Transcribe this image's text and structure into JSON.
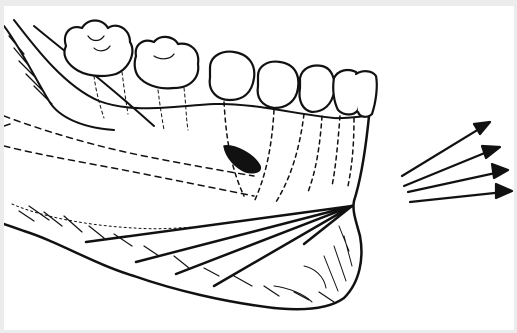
{
  "illustration": {
    "subject": "mandible-lateral-view",
    "ink_color": "#111111",
    "paper_color": "#ffffff",
    "border_color": "#ececec",
    "arrow_count": 4,
    "radiating_line_count": 5
  }
}
